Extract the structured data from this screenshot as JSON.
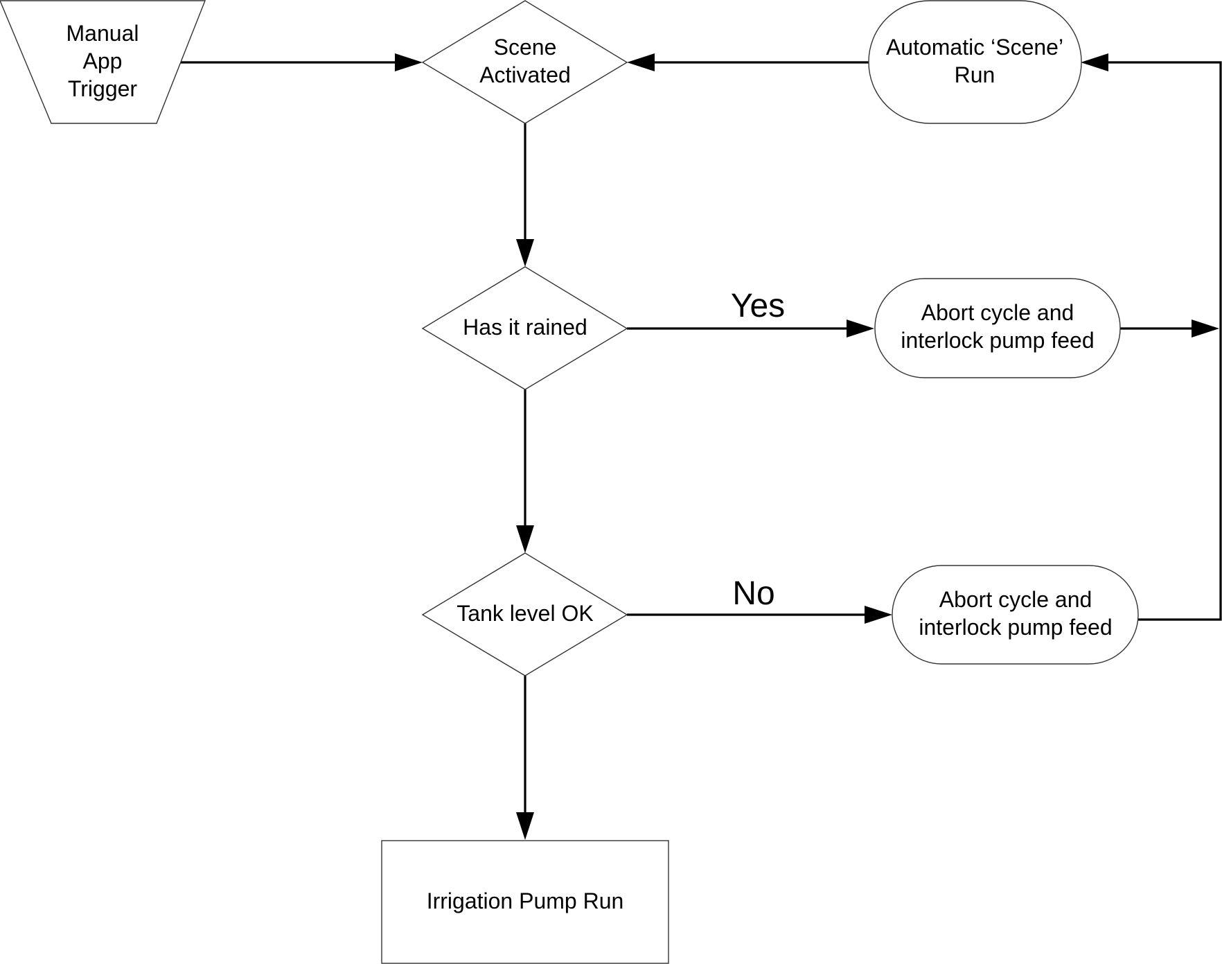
{
  "diagram": {
    "nodes": {
      "manual_trigger": [
        "Manual",
        "App",
        "Trigger"
      ],
      "scene_activated": [
        "Scene",
        "Activated"
      ],
      "automatic_scene": [
        "Automatic ‘Scene’",
        "Run"
      ],
      "has_it_rained": [
        "Has it rained"
      ],
      "abort_yes": [
        "Abort cycle and",
        "interlock pump feed"
      ],
      "tank_level": [
        "Tank level OK"
      ],
      "abort_no": [
        "Abort cycle and",
        "interlock pump feed"
      ],
      "pump_run": [
        "Irrigation Pump Run"
      ]
    },
    "edge_labels": {
      "yes": "Yes",
      "no": "No"
    }
  }
}
